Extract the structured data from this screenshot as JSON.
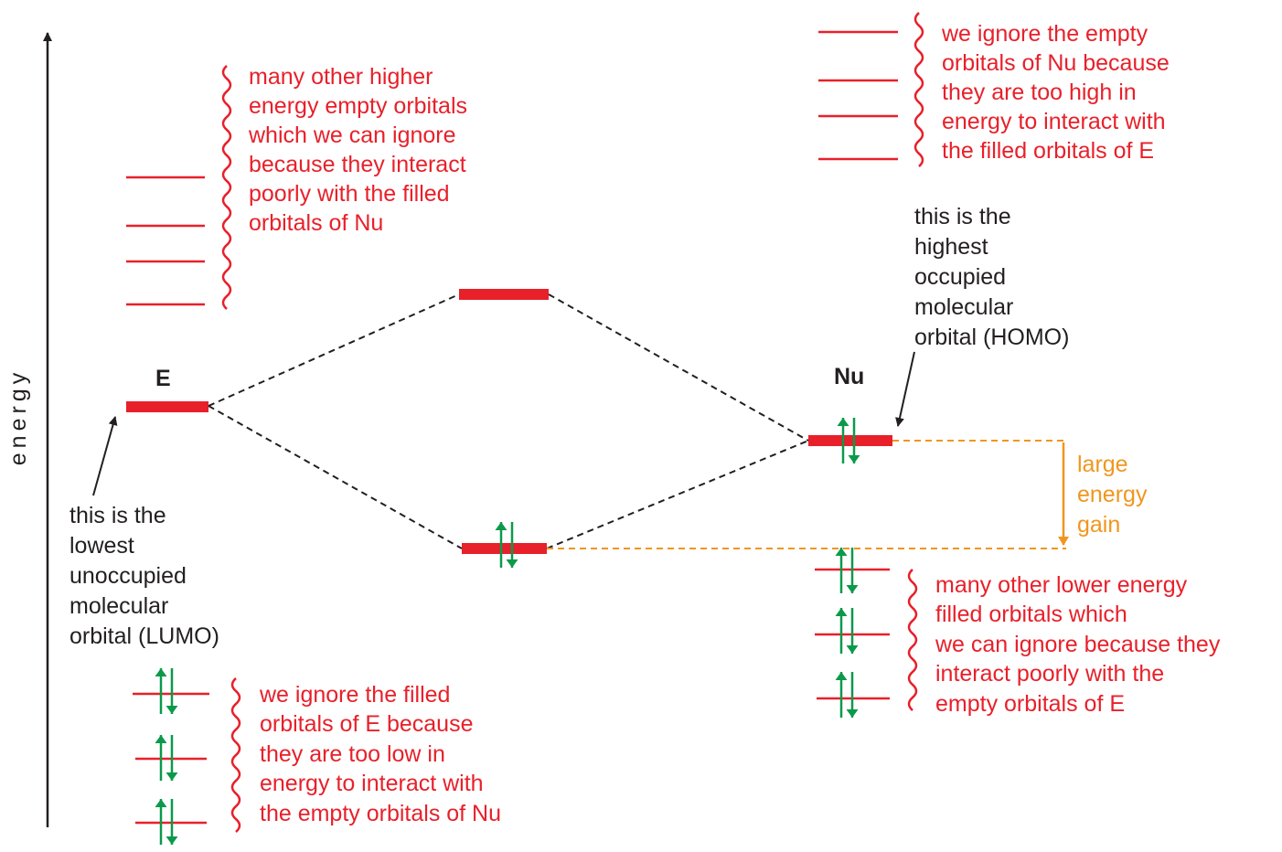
{
  "axis": {
    "label": "energy"
  },
  "colors": {
    "orbital": "#e8202a",
    "electron": "#0a9a4a",
    "gain": "#f0961e",
    "ink": "#231f20"
  },
  "labels": {
    "E": "E",
    "Nu": "Nu",
    "gain": [
      "large",
      "energy",
      "gain"
    ],
    "lumo": [
      "this is the",
      "lowest",
      "unoccupied",
      "molecular",
      "orbital (LUMO)"
    ],
    "homo": [
      "this is the",
      "highest",
      "occupied",
      "molecular",
      "orbital (HOMO)"
    ]
  },
  "notes": {
    "e_high": [
      "many other higher",
      "energy empty orbitals",
      "which we can ignore",
      "because they interact",
      "poorly with the filled",
      "orbitals of Nu"
    ],
    "nu_high": [
      "we ignore the empty",
      "orbitals of Nu because",
      "they are too high in",
      "energy to interact with",
      "the filled orbitals of E"
    ],
    "e_low": [
      "we ignore the filled",
      "orbitals of E because",
      "they are too low in",
      "energy to interact with",
      "the empty orbitals of Nu"
    ],
    "nu_low": [
      "many other lower energy",
      "filled orbitals which",
      "we can ignore because they",
      "interact poorly with the",
      "empty orbitals of E"
    ]
  }
}
